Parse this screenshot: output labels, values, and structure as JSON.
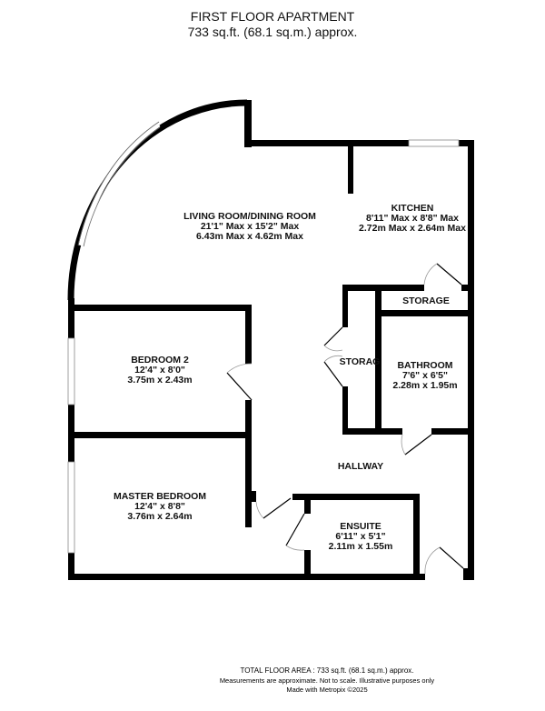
{
  "header": {
    "title": "FIRST FLOOR APARTMENT",
    "subtitle": "733 sq.ft. (68.1 sq.m.) approx."
  },
  "rooms": {
    "living": {
      "name": "LIVING ROOM/DINING ROOM",
      "imperial": "21'1\" Max x 15'2\" Max",
      "metric": "6.43m Max x 4.62m Max"
    },
    "kitchen": {
      "name": "KITCHEN",
      "imperial": "8'11\" Max x 8'8\" Max",
      "metric": "2.72m Max x 2.64m Max"
    },
    "storage1": {
      "name": "STORAGE"
    },
    "storage2": {
      "name": "STORAG"
    },
    "bathroom": {
      "name": "BATHROOM",
      "imperial": "7'6\"  x 6'5\"",
      "metric": "2.28m  x 1.95m"
    },
    "bedroom2": {
      "name": "BEDROOM 2",
      "imperial": "12'4\"  x 8'0\"",
      "metric": "3.75m  x 2.43m"
    },
    "hallway": {
      "name": "HALLWAY"
    },
    "master": {
      "name": "MASTER BEDROOM",
      "imperial": "12'4\"  x 8'8\"",
      "metric": "3.76m  x 2.64m"
    },
    "ensuite": {
      "name": "ENSUITE",
      "imperial": "6'11\"  x 5'1\"",
      "metric": "2.11m  x 1.55m"
    }
  },
  "footer": {
    "total": "TOTAL FLOOR AREA : 733 sq.ft. (68.1 sq.m.) approx.",
    "disclaimer": "Measurements are approximate.  Not to scale.  Illustrative purposes only",
    "credit": "Made with Metropix ©2025"
  }
}
